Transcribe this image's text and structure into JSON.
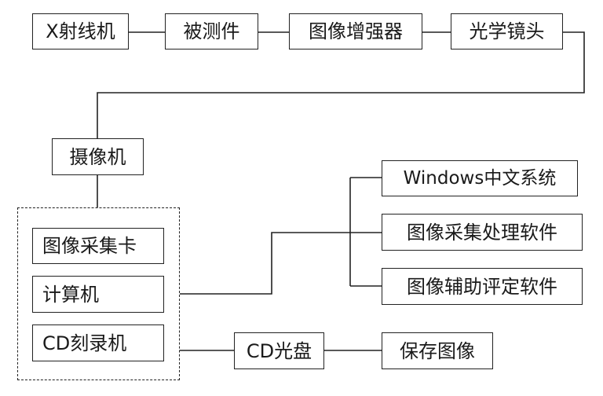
{
  "nodes": {
    "xray": "X射线机",
    "specimen": "被测件",
    "intensifier": "图像增强器",
    "lens": "光学镜头",
    "camera": "摄像机",
    "capture_card": "图像采集卡",
    "computer": "计算机",
    "cd_burner": "CD刻录机",
    "windows": "Windows中文系统",
    "processing_software": "图像采集处理软件",
    "eval_software": "图像辅助评定软件",
    "cd_disc": "CD光盘",
    "save_image": "保存图像"
  },
  "colors": {
    "line": "#222222",
    "background": "#ffffff"
  }
}
